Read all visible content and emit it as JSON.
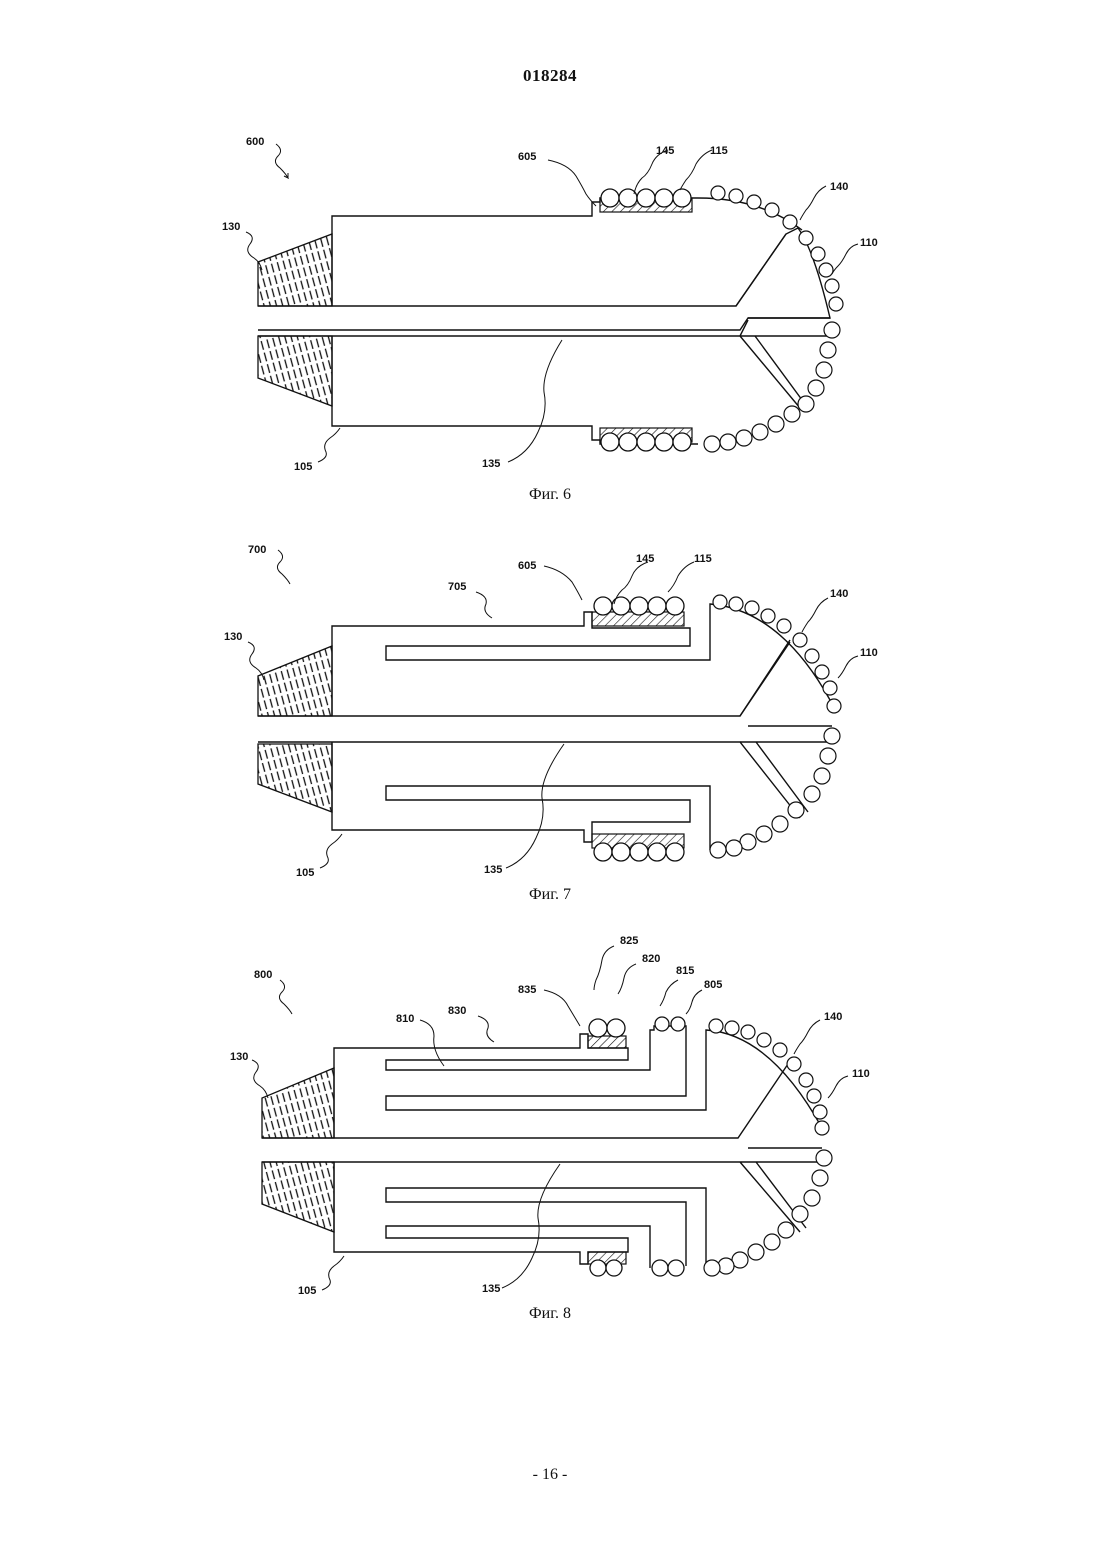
{
  "header": {
    "doc_number": "018284"
  },
  "figures": [
    {
      "caption": "Фиг. 6",
      "labels": {
        "ref": "600",
        "n130": "130",
        "n105": "105",
        "n135": "135",
        "n605": "605",
        "n145": "145",
        "n115": "115",
        "n140": "140",
        "n110": "110"
      }
    },
    {
      "caption": "Фиг. 7",
      "labels": {
        "ref": "700",
        "n130": "130",
        "n105": "105",
        "n135": "135",
        "n705": "705",
        "n605": "605",
        "n145": "145",
        "n115": "115",
        "n140": "140",
        "n110": "110"
      }
    },
    {
      "caption": "Фиг. 8",
      "labels": {
        "ref": "800",
        "n130": "130",
        "n105": "105",
        "n135": "135",
        "n810": "810",
        "n830": "830",
        "n835": "835",
        "n825": "825",
        "n820": "820",
        "n815": "815",
        "n805": "805",
        "n140": "140",
        "n110": "110"
      }
    }
  ],
  "footer": {
    "page_number": "- 16 -"
  }
}
